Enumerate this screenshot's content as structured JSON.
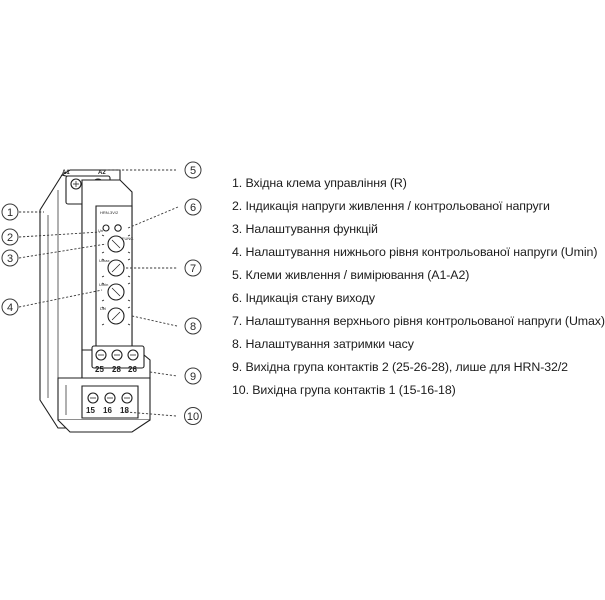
{
  "device": {
    "model": "HRN-3V/2",
    "labels": {
      "un": "Un",
      "func": "FUNC.",
      "umax": "Umax",
      "umin": "Umin",
      "del": "Del"
    },
    "terminals": {
      "top": [
        "A1",
        "A2"
      ],
      "middle": [
        "25",
        "28",
        "26"
      ],
      "bottom": [
        "15",
        "16",
        "18"
      ]
    }
  },
  "callouts": [
    "1",
    "2",
    "3",
    "4",
    "5",
    "6",
    "7",
    "8",
    "9",
    "10"
  ],
  "legend": [
    "1. Вхідна клема управління (R)",
    "2. Індикація напруги живлення / контрольованої напруги",
    "3. Налаштування функцій",
    "4. Налаштування нижнього рівня контрольованої напруги (Umin)",
    "5. Клеми живлення / вимірювання (A1-A2)",
    "6. Індикація стану виходу",
    "7. Налаштування верхнього рівня контрольованої напруги (Umax)",
    "8. Налаштування затримки часу",
    "9. Вихідна група контактів 2 (25-26-28), лише для HRN-32/2",
    "10. Вихідна група контактів 1 (15-16-18)"
  ]
}
